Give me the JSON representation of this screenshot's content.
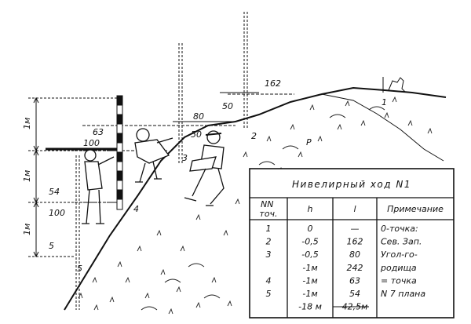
{
  "diagram": {
    "height_labels": [
      "1м",
      "1м",
      "1м"
    ],
    "rod_readings": [
      "162",
      "50",
      "80",
      "50",
      "63",
      "100",
      "54",
      "100",
      "5"
    ],
    "point_numbers": [
      "1",
      "2",
      "3",
      "4",
      "5"
    ],
    "marker_letter": "Р"
  },
  "table": {
    "title": "Нивелирный ход N1",
    "headers": [
      "NN\nточ.",
      "h",
      "l",
      "Примечание"
    ],
    "rows": [
      [
        "1",
        "0",
        "—",
        "0-точка:"
      ],
      [
        "2",
        "-0,5",
        "162",
        "Сев. Зап."
      ],
      [
        "3",
        "-0,5",
        "80",
        "Угол-го-"
      ],
      [
        "",
        "-1м",
        "242",
        "родища"
      ],
      [
        "4",
        "-1м",
        "63",
        "= точка"
      ],
      [
        "5",
        "-1м",
        "54",
        "N 7 плана"
      ],
      [
        "",
        "-18 м",
        "42,5м",
        ""
      ]
    ]
  }
}
